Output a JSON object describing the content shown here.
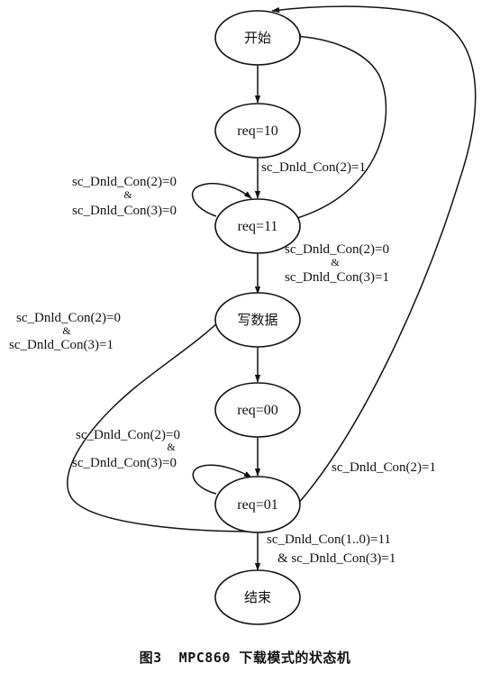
{
  "nodes": {
    "start": "开始",
    "req10": "req=10",
    "req11": "req=11",
    "write": "写数据",
    "req00": "req=00",
    "req01": "req=01",
    "end": "结束"
  },
  "edge_labels": {
    "req10_to_req11": "sc_Dnld_Con(2)=1",
    "req11_self": {
      "line1": "sc_Dnld_Con(2)=0",
      "amp": "&",
      "line2": "sc_Dnld_Con(3)=0"
    },
    "req11_to_write": {
      "line1": "sc_Dnld_Con(2)=0",
      "amp": "&",
      "line2": "sc_Dnld_Con(3)=1"
    },
    "req01_to_write": {
      "line1": "sc_Dnld_Con(2)=0",
      "amp": "&",
      "line2": "sc_Dnld_Con(3)=1"
    },
    "req01_self": {
      "line1": "sc_Dnld_Con(2)=0",
      "amp": "&",
      "line2": "sc_Dnld_Con(3)=0"
    },
    "req01_to_start": "sc_Dnld_Con(2)=1",
    "req01_to_end": {
      "line1": "sc_Dnld_Con(1..0)=11",
      "line2": "& sc_Dnld_Con(3)=1"
    }
  },
  "caption": "图3  MPC860 下载模式的状态机"
}
